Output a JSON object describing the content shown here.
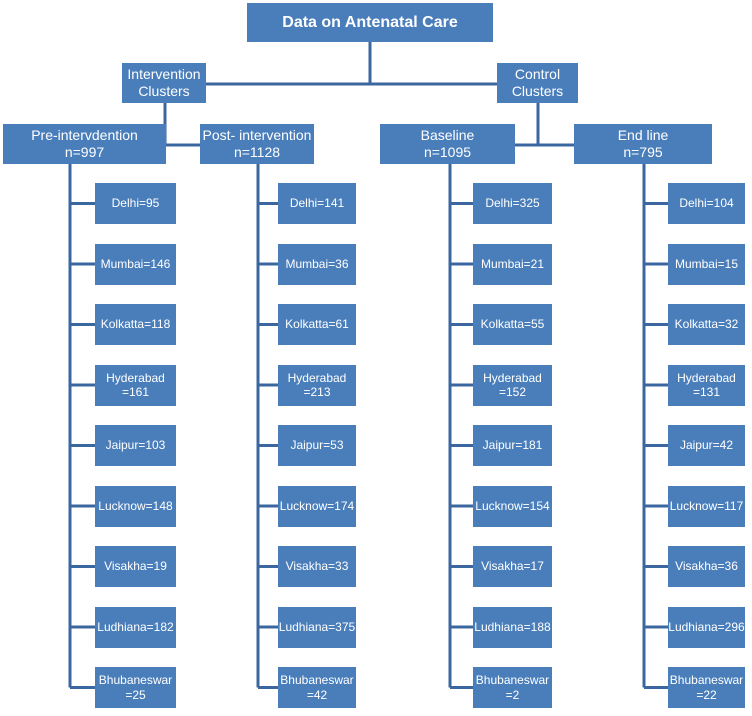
{
  "title": "Data on Antenatal Care",
  "clusters": [
    {
      "label": "Intervention\nClusters",
      "label_lines": [
        "Intervention",
        "Clusters"
      ],
      "groups": [
        {
          "label_line1": "Pre-intervdention",
          "label_line2": "n=997",
          "cities": [
            [
              "Delhi=95"
            ],
            [
              "Mumbai=146"
            ],
            [
              "Kolkatta=118"
            ],
            [
              "Hyderabad",
              "=161"
            ],
            [
              "Jaipur=103"
            ],
            [
              "Lucknow=148"
            ],
            [
              "Visakha=19"
            ],
            [
              "Ludhiana=182"
            ],
            [
              "Bhubaneswar",
              "=25"
            ]
          ]
        },
        {
          "label_line1": "Post- intervention",
          "label_line2": "n=1128",
          "cities": [
            [
              "Delhi=141"
            ],
            [
              "Mumbai=36"
            ],
            [
              "Kolkatta=61"
            ],
            [
              "Hyderabad",
              "=213"
            ],
            [
              "Jaipur=53"
            ],
            [
              "Lucknow=174"
            ],
            [
              "Visakha=33"
            ],
            [
              "Ludhiana=375"
            ],
            [
              "Bhubaneswar",
              "=42"
            ]
          ]
        }
      ]
    },
    {
      "label_lines": [
        "Control",
        "Clusters"
      ],
      "groups": [
        {
          "label_line1": "Baseline",
          "label_line2": "n=1095",
          "cities": [
            [
              "Delhi=325"
            ],
            [
              "Mumbai=21"
            ],
            [
              "Kolkatta=55"
            ],
            [
              "Hyderabad",
              "=152"
            ],
            [
              "Jaipur=181"
            ],
            [
              "Lucknow=154"
            ],
            [
              "Visakha=17"
            ],
            [
              "Ludhiana=188"
            ],
            [
              "Bhubaneswar",
              "=2"
            ]
          ]
        },
        {
          "label_line1": "End line",
          "label_line2": "n=795",
          "cities": [
            [
              "Delhi=104"
            ],
            [
              "Mumbai=15"
            ],
            [
              "Kolkatta=32"
            ],
            [
              "Hyderabad",
              "=131"
            ],
            [
              "Jaipur=42"
            ],
            [
              "Lucknow=117"
            ],
            [
              "Visakha=36"
            ],
            [
              "Ludhiana=296"
            ],
            [
              "Bhubaneswar",
              "=22"
            ]
          ]
        }
      ]
    }
  ],
  "colors": {
    "box_fill": "#4a7ebb",
    "connector": "#3b67a0",
    "text": "#ffffff"
  }
}
